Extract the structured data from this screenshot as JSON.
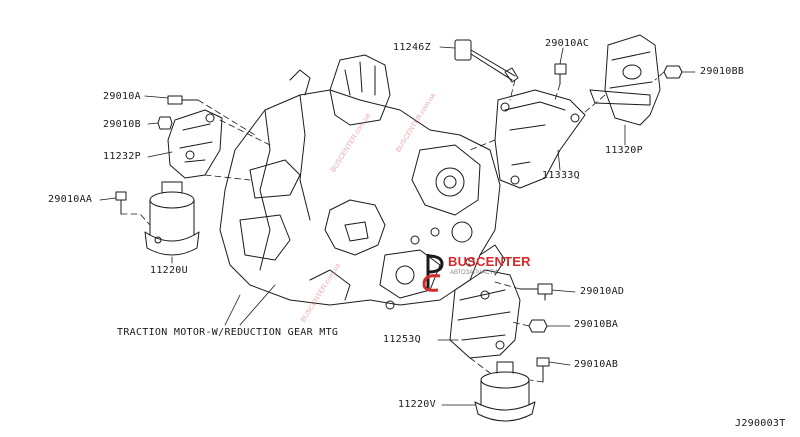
{
  "diagram": {
    "labels": {
      "p29010A": "29010A",
      "p29010B": "29010B",
      "p11232P": "11232P",
      "p29010AA": "29010AA",
      "p11220U": "11220U",
      "p11246Z": "11246Z",
      "p29010AC": "29010AC",
      "p29010BB": "29010BB",
      "p11320P": "11320P",
      "p11333Q": "11333Q",
      "p29010AD": "29010AD",
      "p29010BA": "29010BA",
      "p11253Q": "11253Q",
      "p29010AB": "29010AB",
      "p11220V": "11220V",
      "traction": "TRACTION MOTOR-W/REDUCTION GEAR MTG",
      "code": "J290003T"
    },
    "watermark": {
      "brand": "BUSCENTER",
      "sub": "АВТОЗАПЧАСТИ",
      "text": "BUSCENTER.com.ua"
    },
    "colors": {
      "line": "#1a1a1a",
      "watermark": "#d42a2a"
    }
  }
}
